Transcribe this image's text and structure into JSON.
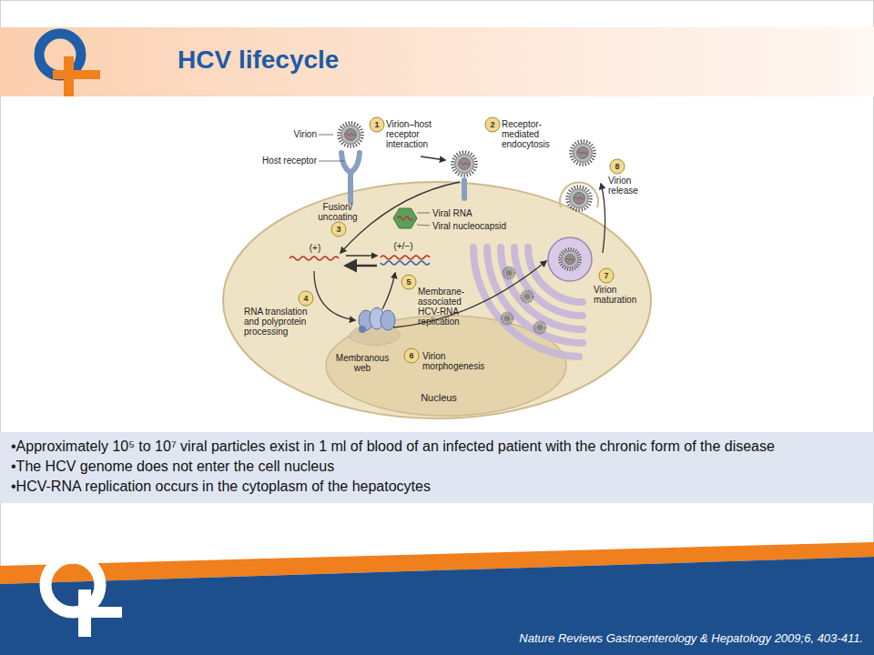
{
  "diagram": {
    "title": "HCV lifecycle",
    "nodes": [
      {
        "text": [
          "•Approximately 10⁵ to 10⁷ viral particles exist in 1 ml of blood of an infected patient with the chronic form of the disease",
          "•The HCV genome does not enter the cell nucleus",
          "•HCV-RNA replication occurs in the cytoplasm of the hepatocytes"
        ]
      }
    ],
    "labels": [
      "Virion",
      "1",
      "Virion–host receptor interaction",
      "Host receptor",
      "2",
      "Receptor-mediated endocytosis",
      "8",
      "Virion release",
      "Fusion/ uncoating",
      "3",
      "Viral RNA",
      "Viral nucleocapsid",
      "(+)",
      "(+/−)",
      "5",
      "Membrane-associated HCV-RNA replication",
      "4",
      "RNA translation and polyprotein processing",
      "7",
      "Virion maturation",
      "Membranous web",
      "6",
      "Virion morphogenesis",
      "Nucleus",
      "Nature Reviews Gastroenterology & Hepatology 2009;6, 403-411."
    ]
  }
}
